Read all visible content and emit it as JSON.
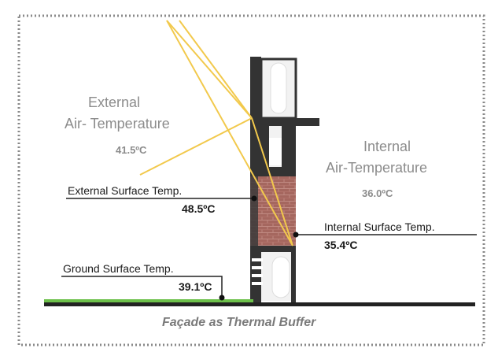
{
  "external_air": {
    "line1": "External",
    "line2": "Air- Temperature",
    "value": "41.5ºC"
  },
  "internal_air": {
    "line1": "Internal",
    "line2": "Air-Temperature",
    "value": "36.0ºC"
  },
  "external_surface": {
    "label": "External Surface Temp.",
    "value": "48.5ºC"
  },
  "internal_surface": {
    "label": "Internal Surface Temp.",
    "value": "35.4ºC"
  },
  "ground_surface": {
    "label": "Ground Surface Temp.",
    "value": "39.1ºC"
  },
  "caption": "Façade as Thermal Buffer",
  "colors": {
    "frame_border": "#8a8a8a",
    "sun_rays": "#f2c94c",
    "wall_dark": "#333333",
    "brick": "#a5675f",
    "ground_green": "#6cc04a",
    "glass": "#f2f2f2"
  }
}
